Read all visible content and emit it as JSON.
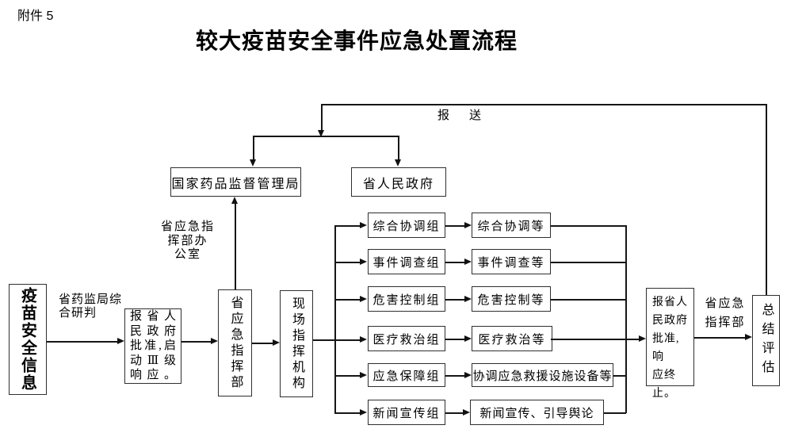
{
  "page": {
    "attachment_label": "附件 5",
    "title": "较大疫苗安全事件应急处置流程"
  },
  "labels": {
    "report": "报　送",
    "office": "省应急指\n挥部办\n公室",
    "assessment": "省药监局综\n合研判",
    "command_dept_right": "省应急\n指挥部"
  },
  "boxes": {
    "vaccine_info": "疫苗安全信息",
    "approve_start": "报省人\n民政府\n批准,启\n动Ⅲ级\n响应。",
    "prov_command": "省应急指挥部",
    "field_command": "现场指挥机构",
    "nmpa": "国家药品监督管理局",
    "prov_gov": "省人民政府",
    "end_approve": "报省人\n民政府\n批准,响\n应终\n止。",
    "summary": "总结评估"
  },
  "groups": [
    {
      "name": "综合协调组",
      "task": "综合协调等"
    },
    {
      "name": "事件调查组",
      "task": "事件调查等"
    },
    {
      "name": "危害控制组",
      "task": "危害控制等"
    },
    {
      "name": "医疗救治组",
      "task": "医疗救治等"
    },
    {
      "name": "应急保障组",
      "task": "协调应急救援设施设备等"
    },
    {
      "name": "新闻宣传组",
      "task": "新闻宣传、引导舆论"
    }
  ]
}
